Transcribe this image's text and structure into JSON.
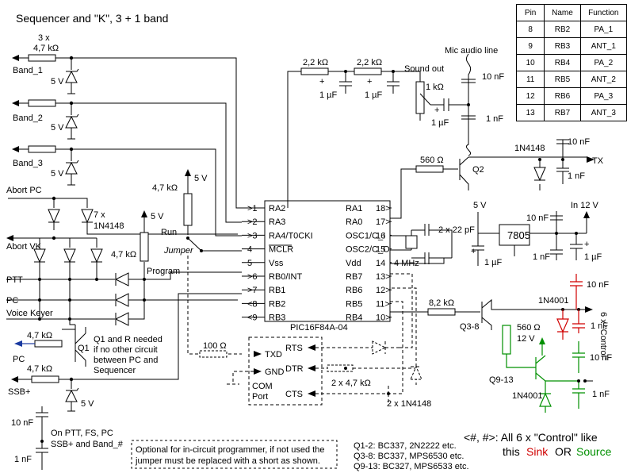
{
  "title": "Sequencer and \"K\", 3 + 1 band",
  "pin_table": {
    "headers": [
      "Pin",
      "Name",
      "Function"
    ],
    "rows": [
      [
        "8",
        "RB2",
        "PA_1"
      ],
      [
        "9",
        "RB3",
        "ANT_1"
      ],
      [
        "10",
        "RB4",
        "PA_2"
      ],
      [
        "11",
        "RB5",
        "ANT_2"
      ],
      [
        "12",
        "RB6",
        "PA_3"
      ],
      [
        "13",
        "RB7",
        "ANT_3"
      ]
    ]
  },
  "ic": {
    "part": "PIC16F84A-04",
    "left_pins": [
      {
        "num": ">1",
        "name": "RA2"
      },
      {
        "num": ">2",
        "name": "RA3"
      },
      {
        "num": ">3",
        "name": "RA4/T0CKI"
      },
      {
        "num": "4",
        "name": "MCLR"
      },
      {
        "num": "5",
        "name": "Vss"
      },
      {
        "num": ">6",
        "name": "RB0/INT"
      },
      {
        "num": ">7",
        "name": "RB1"
      },
      {
        "num": "<8",
        "name": "RB2"
      },
      {
        "num": "<9",
        "name": "RB3"
      }
    ],
    "right_pins": [
      {
        "num": "18>",
        "name": "RA1"
      },
      {
        "num": "17>",
        "name": "RA0"
      },
      {
        "num": "16",
        "name": "OSC1/C_I"
      },
      {
        "num": "15",
        "name": "OSC2/C_O"
      },
      {
        "num": "14",
        "name": "Vdd"
      },
      {
        "num": "13>",
        "name": "RB7"
      },
      {
        "num": "12>",
        "name": "RB6"
      },
      {
        "num": "11>",
        "name": "RB5"
      },
      {
        "num": "10>",
        "name": "RB4"
      }
    ]
  },
  "labels": {
    "r_band_qty": "3 x",
    "r_band_val": "4,7 kΩ",
    "band1": "Band_1",
    "band2": "Band_2",
    "band3": "Band_3",
    "zener_5v": "5 V",
    "abort_pc": "Abort PC",
    "abort_vk": "Abort VK",
    "diodes_qty": "7 x",
    "diodes_part": "1N4148",
    "ptt": "PTT",
    "pc": "PC",
    "voice_keyer": "Voice Keyer",
    "r_47k": "4,7 kΩ",
    "v5": "5 V",
    "run": "Run",
    "jumper": "Jumper",
    "program": "Program",
    "q1": "Q1",
    "pc_out": "PC",
    "ssb_plus": "SSB+",
    "q1_note_1": "Q1 and R needed",
    "q1_note_2": "if no other circuit",
    "q1_note_3": "between PC and",
    "q1_note_4": "Sequencer",
    "r_22k": "2,2 kΩ",
    "c_1uf": "1 µF",
    "c_plus": "+",
    "sound_out": "Sound out",
    "r_1k": "1 kΩ",
    "mic_line": "Mic audio line",
    "c_10nf": "10 nF",
    "c_1nf": "1 nF",
    "r_560": "560 Ω",
    "q2": "Q2",
    "tx": "TX",
    "d_1n4148": "1N4148",
    "c_2x22pf": "2 x 22 pF",
    "xtal": "4 MHz",
    "reg_7805": "7805",
    "in_12v": "In 12 V",
    "r_82k": "8,2 kΩ",
    "q38": "Q3-8",
    "q913": "Q9-13",
    "d_1n4001": "1N4001",
    "v12": "12 V",
    "six_control": "6 x \"Control\"",
    "r_100": "100 Ω",
    "txd": "TXD",
    "rts": "RTS",
    "gnd": "GND",
    "dtr": "DTR",
    "com1": "COM",
    "com2": "Port",
    "cts": "CTS",
    "r_2x47k": "2 x 4,7 kΩ",
    "d_2x1n4148": "2 x 1N4148",
    "bottom_note_1": "On PTT, FS, PC",
    "bottom_note_2": "SSB+ and Band_#",
    "optional_1": "Optional for in-circuit programmer, if not used the",
    "optional_2": "jumper must be replaced with a short as shown.",
    "q12": "Q1-2: BC337, 2N2222 etc.",
    "q38_parts": "Q3-8: BC337, MPS6530 etc.",
    "q913_parts": "Q9-13: BC327, MPS6533 etc.",
    "legend_line1": "<#, #>: All 6 x \"Control\" like",
    "legend_this": "this",
    "legend_sink": "Sink",
    "legend_or": "OR",
    "legend_source": "Source"
  },
  "colors": {
    "sink": "#d00000",
    "source": "#009000"
  }
}
